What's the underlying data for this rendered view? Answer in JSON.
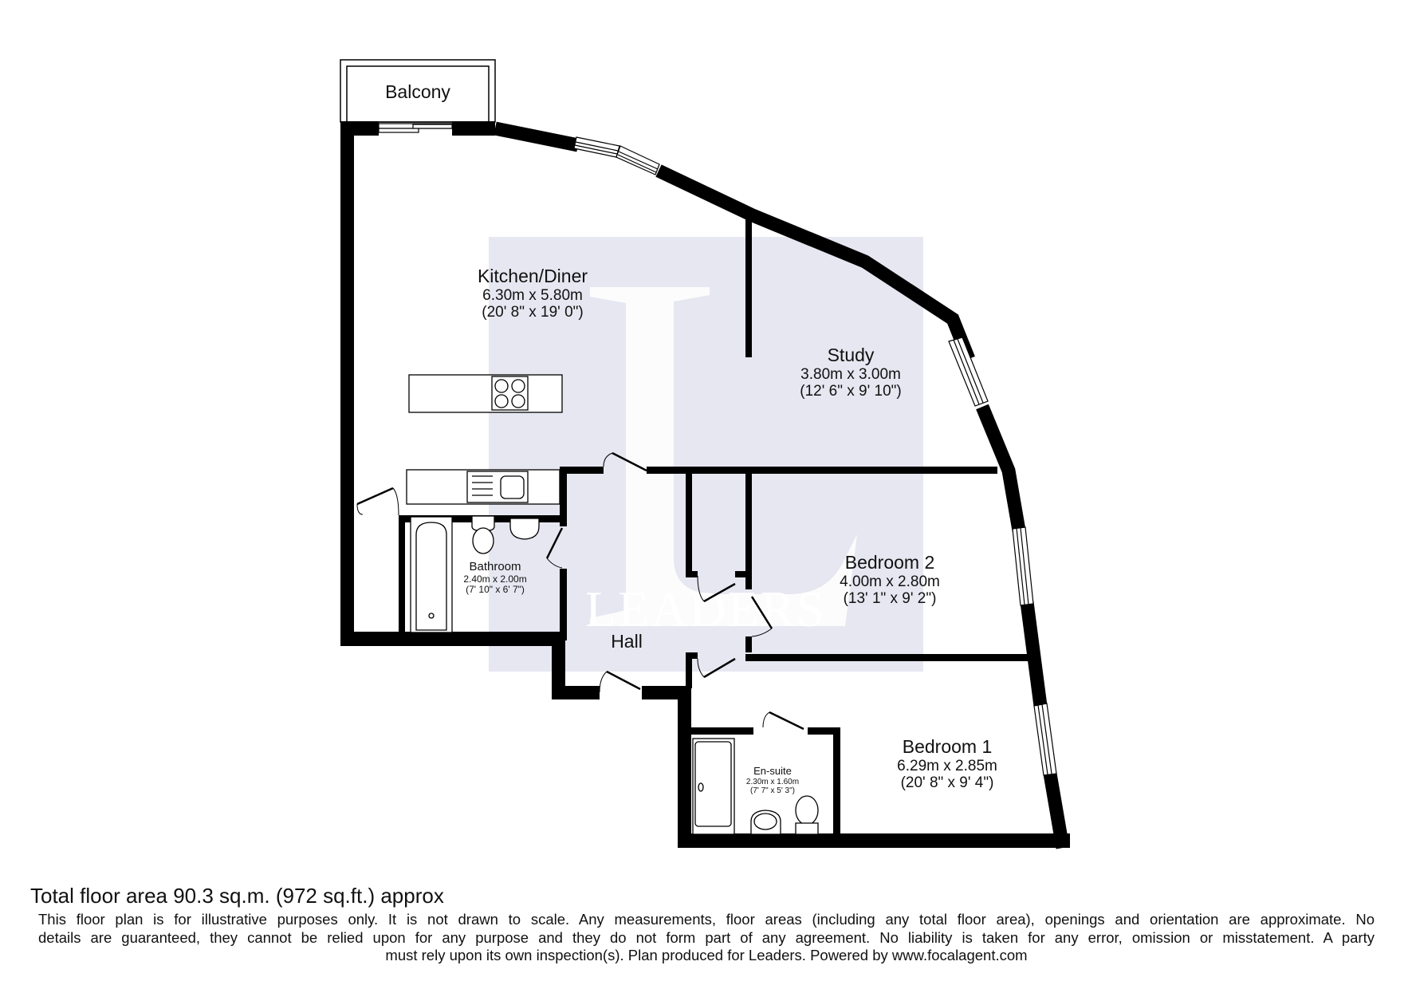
{
  "floorplan": {
    "watermark": {
      "brand_text": "LEADERS",
      "logo_letter": "L",
      "background_color": "#e6e7f1",
      "text_color": "#ffffff"
    },
    "wall_color": "#000000",
    "rooms": [
      {
        "id": "balcony",
        "name": "Balcony",
        "dimensions_metric": "",
        "dimensions_imperial": ""
      },
      {
        "id": "kitchen_diner",
        "name": "Kitchen/Diner",
        "dimensions_metric": "6.30m x 5.80m",
        "dimensions_imperial": "(20' 8\" x 19' 0\")"
      },
      {
        "id": "study",
        "name": "Study",
        "dimensions_metric": "3.80m x 3.00m",
        "dimensions_imperial": "(12' 6\" x 9' 10\")"
      },
      {
        "id": "bathroom",
        "name": "Bathroom",
        "dimensions_metric": "2.40m x 2.00m",
        "dimensions_imperial": "(7' 10\" x 6' 7\")"
      },
      {
        "id": "bedroom_2",
        "name": "Bedroom 2",
        "dimensions_metric": "4.00m x 2.80m",
        "dimensions_imperial": "(13' 1\" x 9' 2\")"
      },
      {
        "id": "hall",
        "name": "Hall",
        "dimensions_metric": "",
        "dimensions_imperial": ""
      },
      {
        "id": "bedroom_1",
        "name": "Bedroom 1",
        "dimensions_metric": "6.29m x 2.85m",
        "dimensions_imperial": "(20' 8\" x 9' 4\")"
      },
      {
        "id": "en_suite",
        "name": "En-suite",
        "dimensions_metric": "2.30m x 1.60m",
        "dimensions_imperial": "(7' 7\" x 5' 3\")"
      }
    ]
  },
  "footer": {
    "total_area": "Total floor area 90.3 sq.m. (972 sq.ft.) approx",
    "disclaimer_lines": [
      "This floor plan is for illustrative purposes only. It is not drawn to scale. Any measurements, floor areas (including any total floor area), openings and orientation are approximate. No",
      "details are guaranteed, they cannot be relied upon for any purpose and they do not form part of any agreement. No liability is taken for any error, omission or misstatement. A party",
      "must rely upon its own inspection(s). Plan produced for Leaders. Powered by www.focalagent.com"
    ]
  }
}
